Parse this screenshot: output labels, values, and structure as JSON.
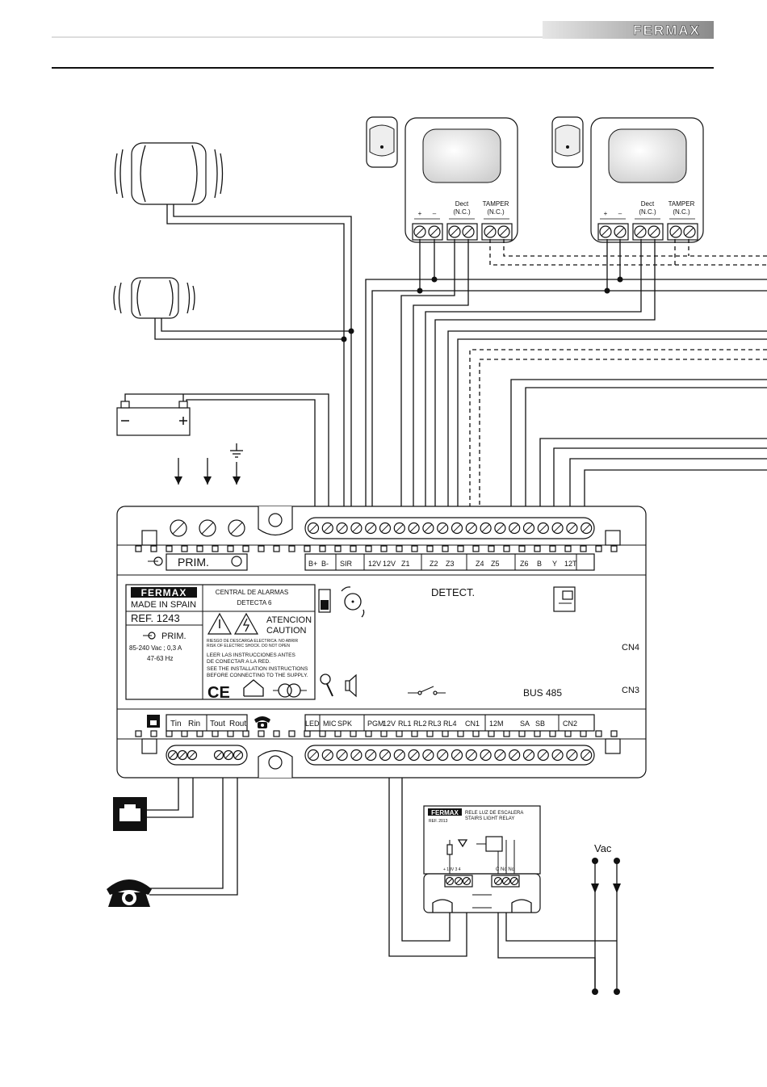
{
  "header": {
    "brand": "FERMAX"
  },
  "panel": {
    "top_terminals": [
      "B+",
      "B-",
      "SIR",
      "12V",
      "12V",
      "Z1",
      "Z2",
      "Z3",
      "Z4",
      "Z5",
      "Z6",
      "B",
      "Y",
      "12T"
    ],
    "prim_label": "PRIM.",
    "bottom_left_labels": [
      "Tin",
      "Rin",
      "Tout",
      "Rout"
    ],
    "bottom_terminals": [
      "LED",
      "MIC",
      "SPK",
      "PGM",
      "12V",
      "RL1",
      "RL2",
      "RL3",
      "RL4",
      "CN1",
      "12M",
      "SA",
      "SB",
      "CN2"
    ],
    "detect_label": "DETECT.",
    "bus_label": "BUS 485",
    "cn4": "CN4",
    "cn3": "CN3",
    "label_plate": {
      "brand": "FERMAX",
      "made_in": "MADE IN SPAIN",
      "ref": "REF. 1243",
      "prim": "PRIM.",
      "voltage": "85-240 Vac ; 0,3 A",
      "freq": "47-63 Hz",
      "product_line1": "CENTRAL DE ALARMAS",
      "product_line2": "DETECTA 6",
      "atencion": "ATENCION",
      "caution": "CAUTION",
      "riesgo1": "RIESGO DE DESCARGA ELECTRICA. NO ABRIR",
      "riesgo2": "RISK OF ELECTRIC SHOCK. DO NOT OPEN",
      "leer1": "LEER LAS INSTRUCCIONES ANTES",
      "leer2": "DE CONECTAR A LA RED.",
      "see1": "SEE THE INSTALLATION INSTRUCTIONS",
      "see2": "BEFORE CONNECTING TO THE SUPPLY.",
      "ce": "CE"
    }
  },
  "detectors": {
    "plus": "+",
    "minus": "–",
    "dect": "Dect",
    "nc": "(N.C.)",
    "tamper": "TAMPER"
  },
  "relay": {
    "brand": "FERMAX",
    "title1": "RELE LUZ DE ESCALERA",
    "title2": "STAIRS LIGHT RELAY",
    "ref": "REF. 2013",
    "pins_left": "+ 18V 3 4",
    "pins_right": "C No Nc"
  },
  "vac_label": "Vac"
}
